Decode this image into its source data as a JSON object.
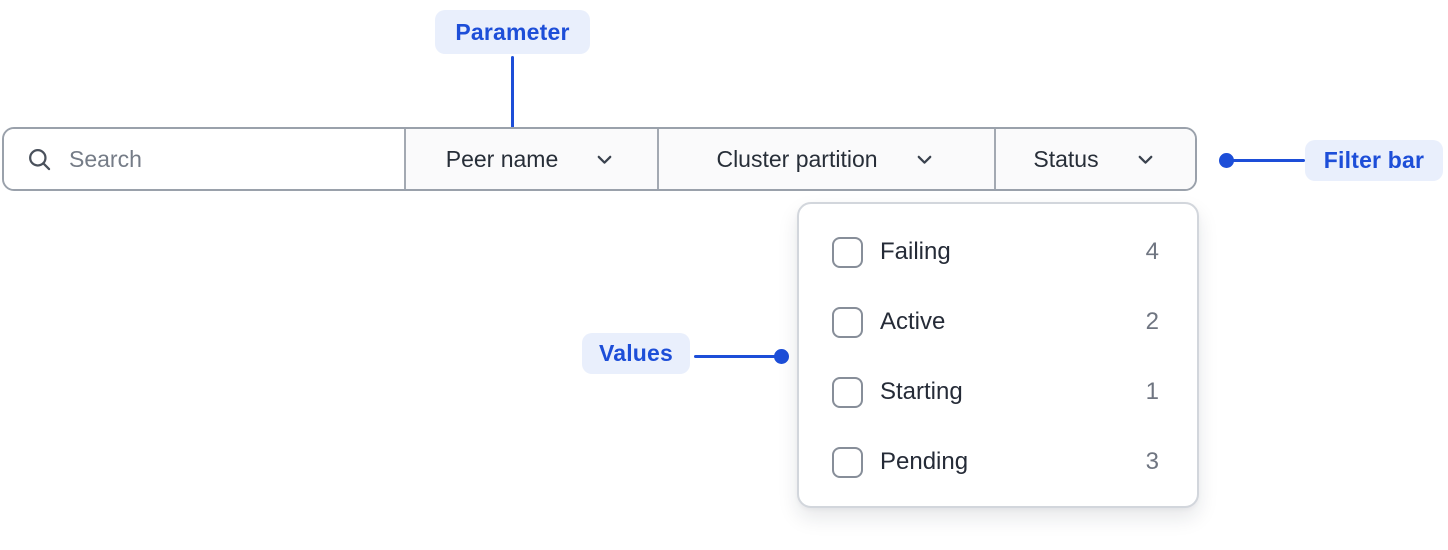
{
  "colors": {
    "accent_blue": "#1d4ed8",
    "badge_background": "#e9effc",
    "bar_border": "#9aa1ab",
    "panel_border": "#d2d6dc",
    "text_dark": "#272e38",
    "text_muted": "#6f7581"
  },
  "annotations": {
    "parameter_label": "Parameter",
    "filter_bar_label": "Filter bar",
    "values_label": "Values"
  },
  "filter_bar": {
    "search_placeholder": "Search",
    "parameters": [
      {
        "label": "Peer name"
      },
      {
        "label": "Cluster partition"
      },
      {
        "label": "Status"
      }
    ]
  },
  "status_dropdown": {
    "items": [
      {
        "label": "Failing",
        "count": "4",
        "checked": false
      },
      {
        "label": "Active",
        "count": "2",
        "checked": false
      },
      {
        "label": "Starting",
        "count": "1",
        "checked": false
      },
      {
        "label": "Pending",
        "count": "3",
        "checked": false
      }
    ]
  }
}
